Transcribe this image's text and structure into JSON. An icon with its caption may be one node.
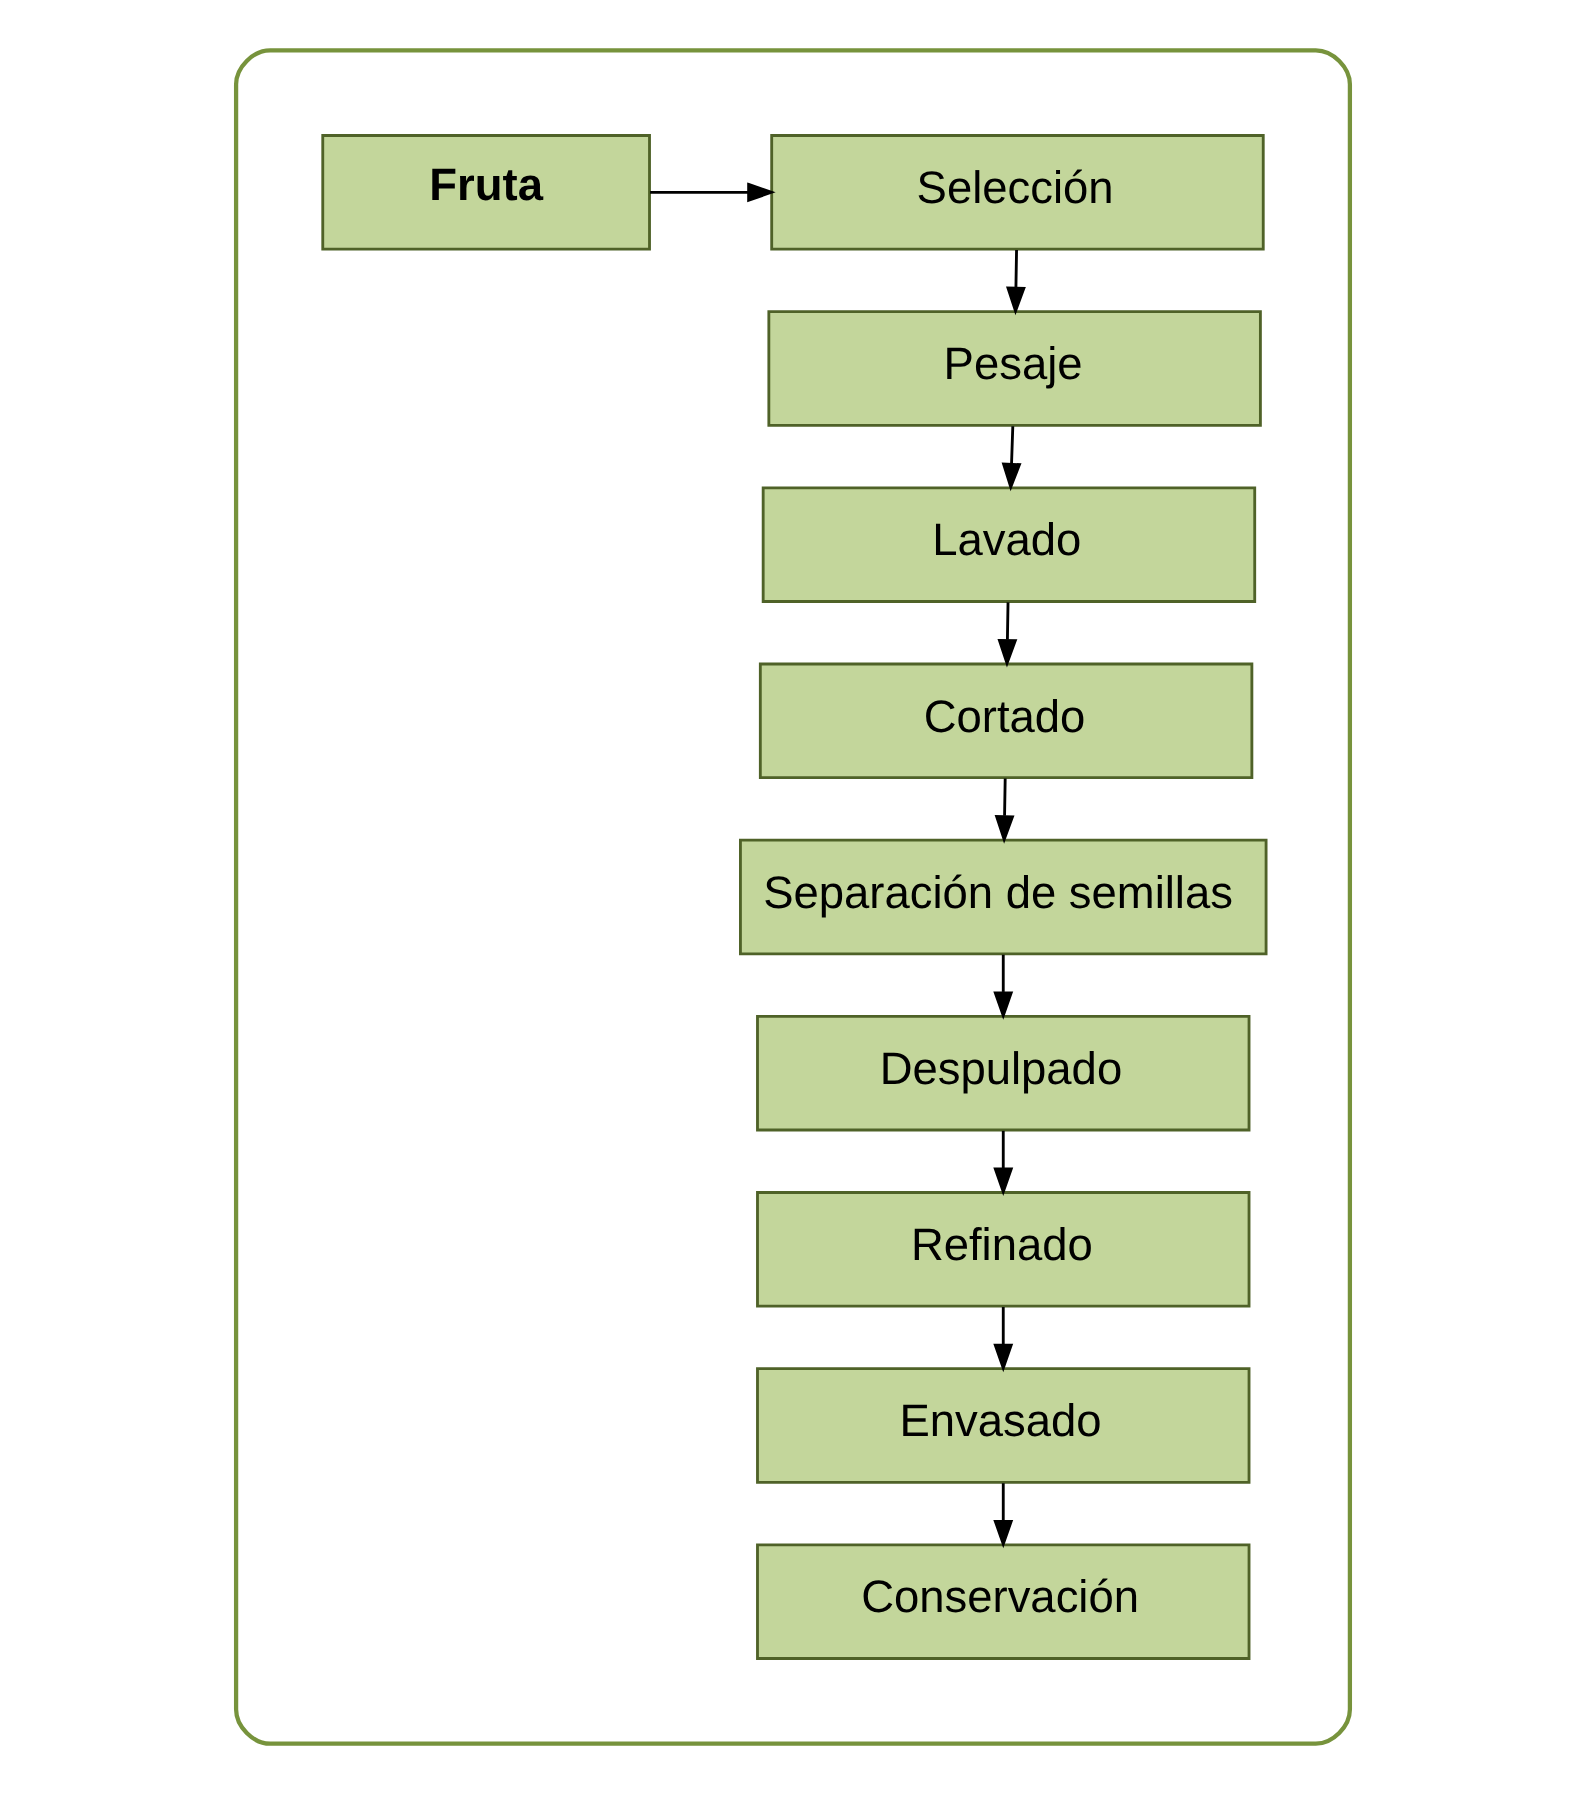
{
  "diagram": {
    "nodes": [
      {
        "text": [],
        "shape": "box"
      },
      {
        "text": [
          "Fruta"
        ],
        "in": 0
      },
      {
        "text": [
          "Selección"
        ],
        "in": 0
      },
      {
        "text": [
          "Pesaje"
        ],
        "in": 0
      },
      {
        "text": [
          "Lavado"
        ],
        "in": 0
      },
      {
        "text": [
          "Cortado"
        ],
        "in": 0
      },
      {
        "text": [
          "Separación de semillas"
        ],
        "in": 0
      },
      {
        "text": [
          "Despulpado"
        ],
        "in": 0
      },
      {
        "text": [
          "Refinado"
        ],
        "in": 0
      },
      {
        "text": [
          "Envasado"
        ],
        "in": 0
      },
      {
        "text": [
          "Conservación"
        ],
        "in": 0
      }
    ],
    "edges": [
      {
        "from": 1,
        "to": 2,
        "arrow": "to"
      },
      {
        "from": 2,
        "to": 3,
        "arrow": "to"
      },
      {
        "from": 3,
        "to": 4,
        "arrow": "to"
      },
      {
        "from": 4,
        "to": 5,
        "arrow": "to"
      },
      {
        "from": 5,
        "to": 6,
        "arrow": "to"
      },
      {
        "from": 6,
        "to": 7,
        "arrow": "to"
      },
      {
        "from": 7,
        "to": 8,
        "arrow": "to"
      },
      {
        "from": 8,
        "to": 9,
        "arrow": "to"
      },
      {
        "from": 9,
        "to": 10,
        "arrow": "to"
      }
    ]
  }
}
